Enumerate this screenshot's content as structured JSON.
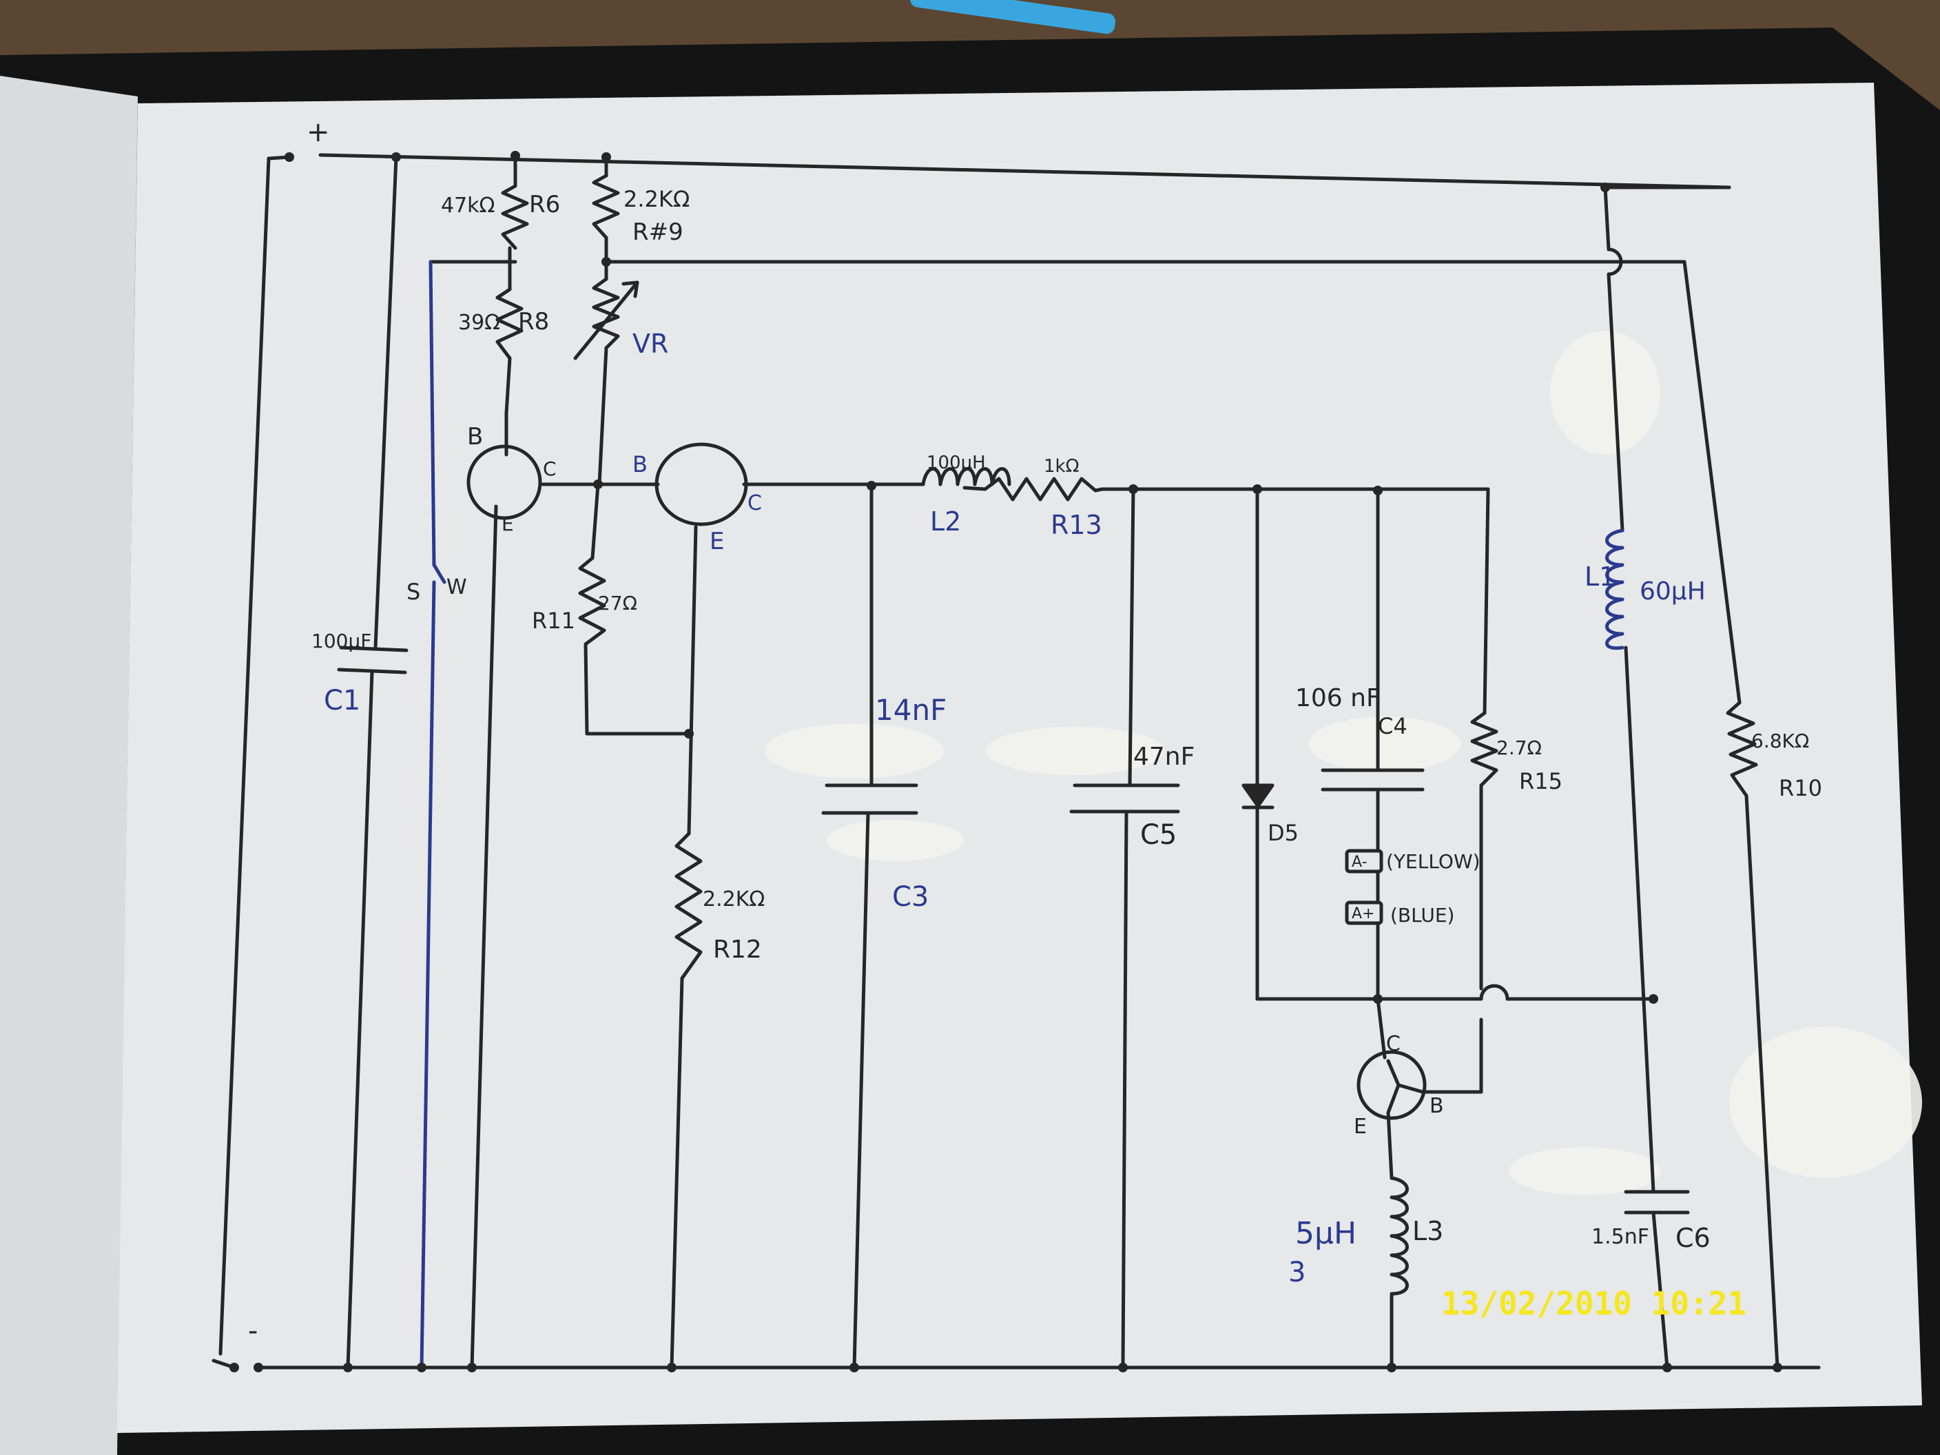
{
  "title": "",
  "timestamp": "13/02/2010 10:21",
  "labels": {
    "plus": "+",
    "minus": "-",
    "r6_value": "47kΩ",
    "r6_name": "R6",
    "r8_value": "39Ω",
    "r8_name": "R8",
    "r9_value": "2.2KΩ",
    "r9_name": "R#9",
    "vr_name": "VR",
    "q1_base": "B",
    "q1_collector": "C",
    "q1_emitter": "E",
    "q2_base": "B",
    "q2_collector": "C",
    "q2_emitter": "E",
    "l2_value": "100μH",
    "l2_name": "L2",
    "r13_value": "1kΩ",
    "r13_name": "R13",
    "l1_name": "L1",
    "l1_value": "60μH",
    "c1_value": "100μF",
    "c1_name": "C1",
    "sw_s": "S",
    "sw_w": "W",
    "r11_name": "R11",
    "r11_value": "27Ω",
    "c3_value": "14nF",
    "c3_name": "C3",
    "c5_value": "47nF",
    "c5_name": "C5",
    "d5_name": "D5",
    "c4_value": "106 nF",
    "c4_name": "C4",
    "r15_value": "2.7Ω",
    "r15_name": "R15",
    "r10_value": "6.8KΩ",
    "r10_name": "R10",
    "r12_value": "2.2KΩ",
    "r12_name": "R12",
    "a_minus": "A-",
    "a_minus_color": "(YELLOW)",
    "a_plus": "A+",
    "a_plus_color": "(BLUE)",
    "q3_collector": "C",
    "q3_base": "B",
    "q3_emitter": "E",
    "l3_value": "5μH",
    "l3_note": "3",
    "l3_name": "L3",
    "c6_value": "1.5nF",
    "c6_name": "C6"
  },
  "colors": {
    "paper": "#e6e8ea",
    "ink_black": "#262626",
    "ink_blue": "#2b3a8f",
    "timestamp": "#f5e61e"
  }
}
